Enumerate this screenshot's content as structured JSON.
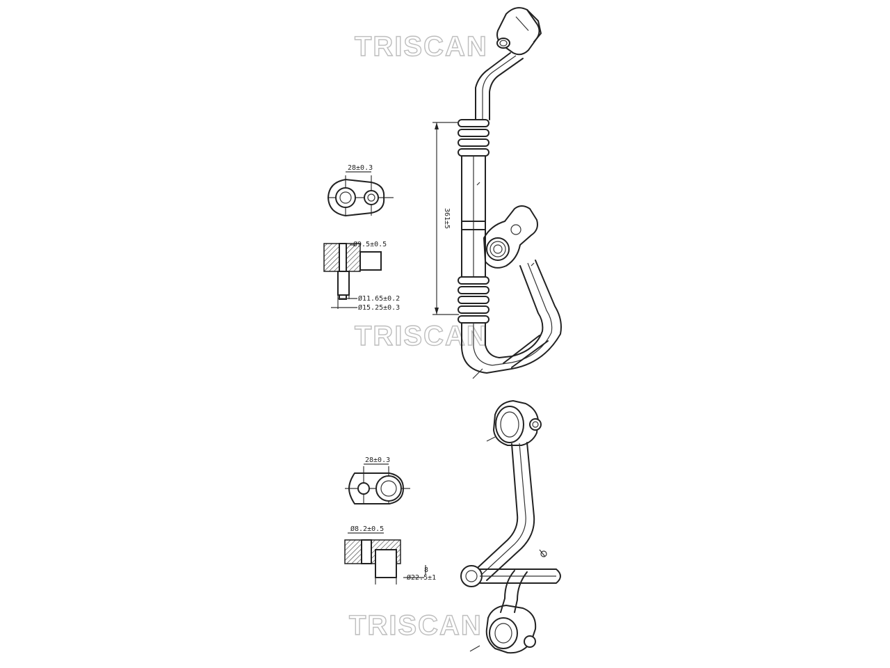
{
  "watermark": {
    "text": "TRISCAN"
  },
  "part1": {
    "flange_dim": "28±0.3",
    "port_dim1": "Ø9.5±0.5",
    "port_dim2": "Ø11.65±0.2",
    "port_dim3": "Ø15.25±0.3",
    "length_dim": "361±5"
  },
  "part2": {
    "flange_dim": "28±0.3",
    "port_dim1": "Ø8.2±0.5",
    "port_dim2": "Ø22.5±1",
    "port_dim3": "8"
  },
  "colors": {
    "line": "#222222",
    "watermark": "#bdbdbd"
  }
}
